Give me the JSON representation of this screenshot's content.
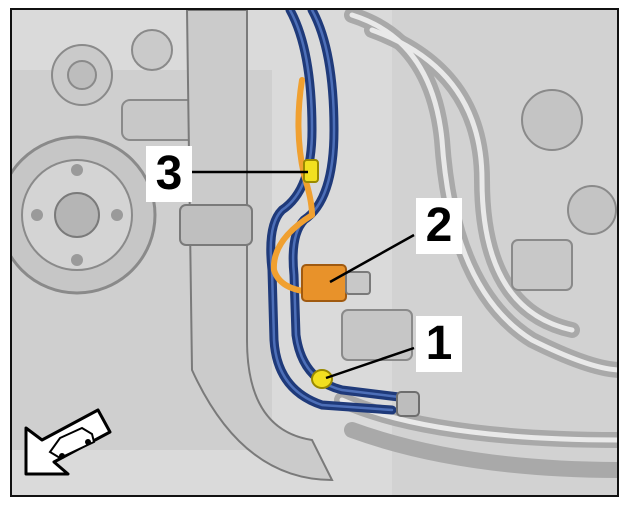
{
  "callouts": [
    {
      "id": "1",
      "label": "1"
    },
    {
      "id": "2",
      "label": "2"
    },
    {
      "id": "3",
      "label": "3"
    }
  ],
  "colors": {
    "background": "#e4e4e4",
    "engine_gray": "#bdbdbd",
    "hose_blue": "#1f3a7a",
    "harness_orange": "#f0a030",
    "connector_yellow": "#f2e020",
    "frame_border": "#111111"
  },
  "icons": [
    "driving-direction-arrow-icon",
    "car-icon"
  ]
}
